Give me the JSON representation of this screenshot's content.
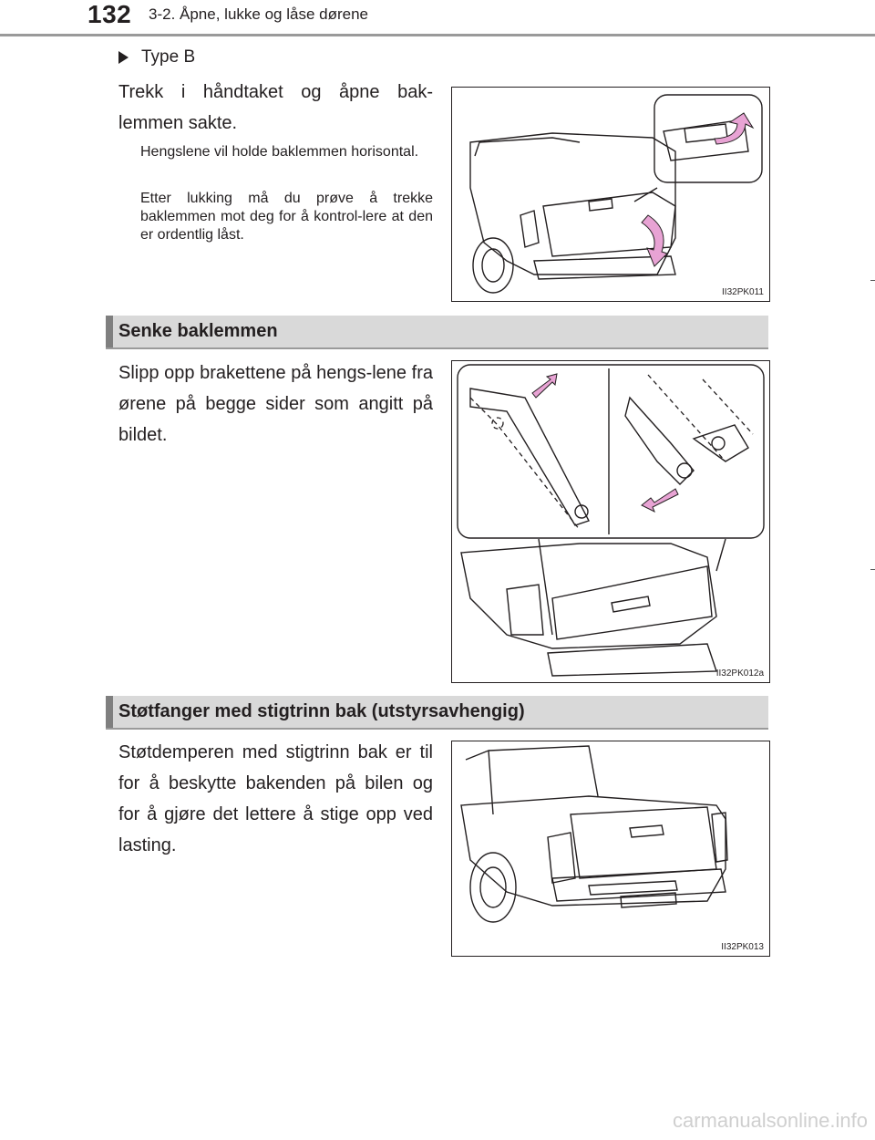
{
  "header": {
    "page_number": "132",
    "running_head": "3-2. Åpne, lukke og låse dørene"
  },
  "type_b": {
    "label": "Type B",
    "instruction": "Trekk i håndtaket og åpne bak-lemmen sakte.",
    "notes": [
      "Hengslene vil holde baklemmen horisontal.",
      "Etter lukking må du prøve å trekke baklemmen mot deg for å kontrol-lere at den er ordentlig låst."
    ],
    "figure_code": "II32PK011"
  },
  "lower_section": {
    "title": "Senke baklemmen",
    "instruction": "Slipp opp brakettene på hengs-lene fra ørene på begge sider som angitt på bildet.",
    "figure_code": "II32PK012a"
  },
  "step_bumper_section": {
    "title": "Støtfanger med stigtrinn bak (utstyrsavhengig)",
    "description": "Støtdemperen med stigtrinn bak er til for å beskytte bakenden på bilen og for å gjøre det lettere å stige opp ved lasting.",
    "figure_code": "II32PK013"
  },
  "footer": {
    "watermark": "carmanualsonline.info"
  },
  "colors": {
    "accent_arrow": "#e8a3d4",
    "section_band": "#d9d9d9",
    "section_bar": "#7f7f7f"
  }
}
